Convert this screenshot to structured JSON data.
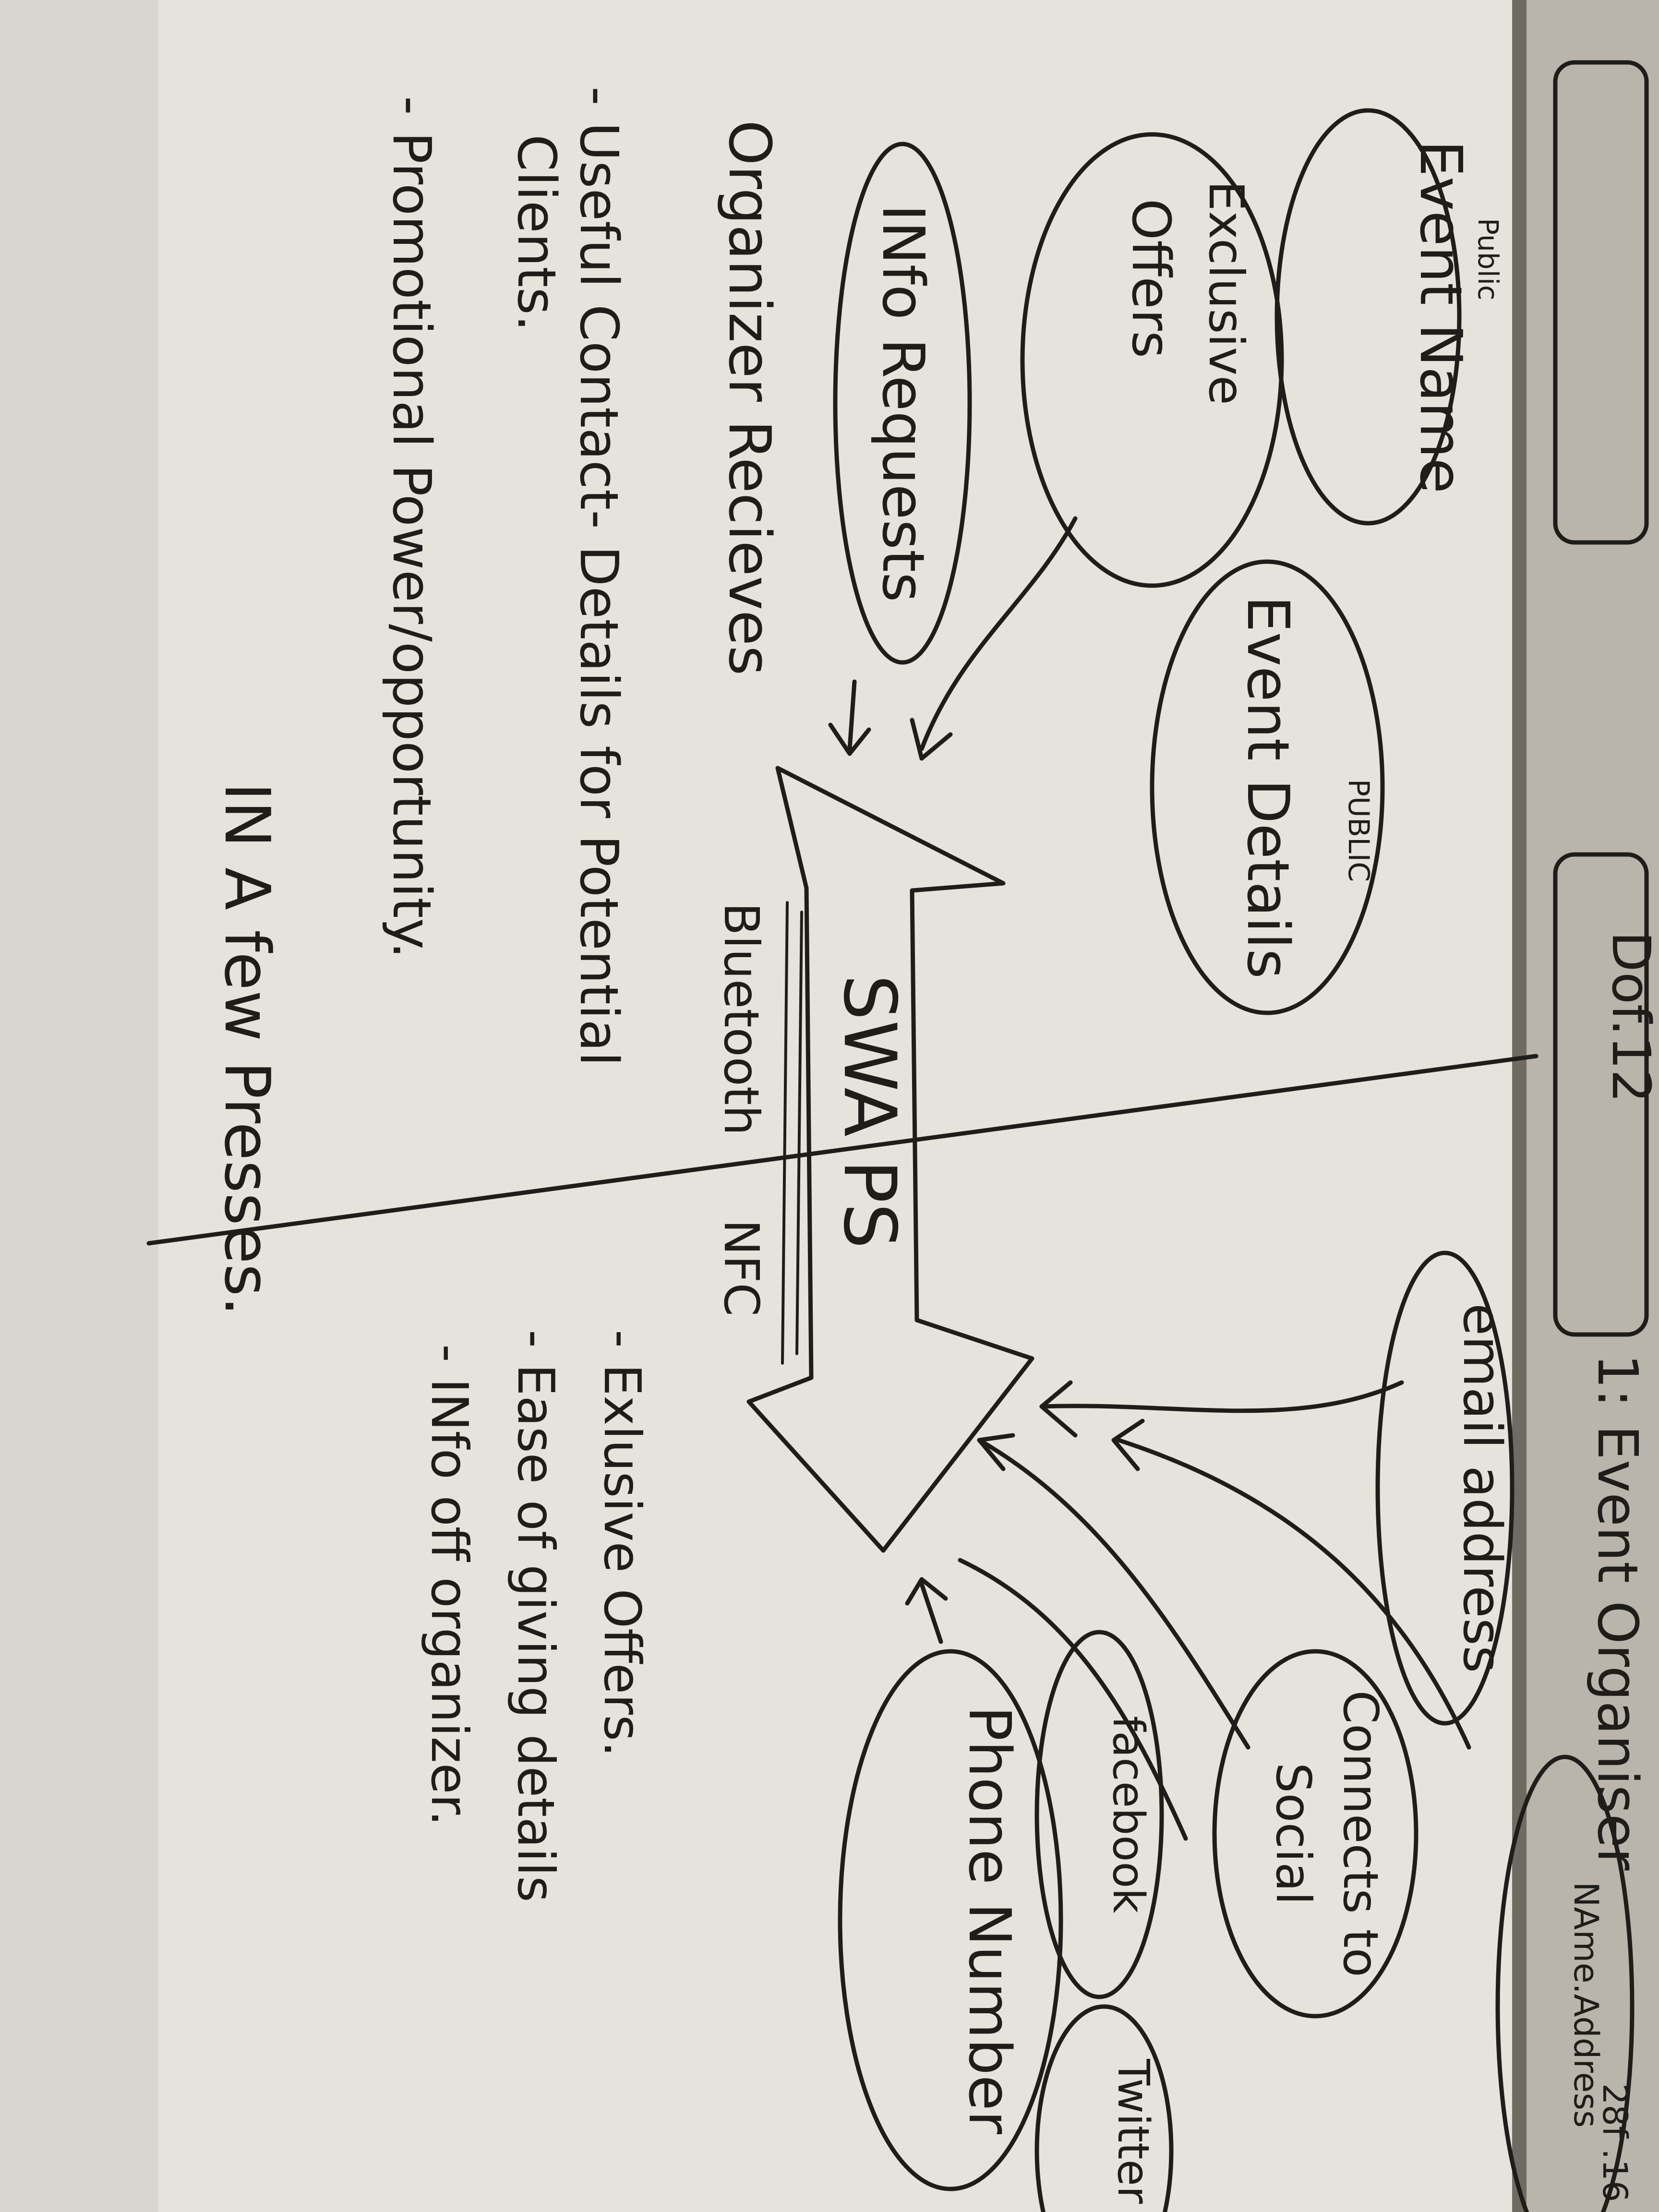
{
  "notebook": {
    "left_page": {
      "organizer_block": {
        "nodes": {
          "public_event_name": {
            "qualifier": "Public",
            "label": "Event Name"
          },
          "exclusive_offers": {
            "line1": "Exclusive",
            "line2": "Offers"
          },
          "info_requests": {
            "label": "INfo Requests"
          },
          "public_event_details": {
            "qualifier": "PUBLIC",
            "label": "Event Details"
          }
        },
        "heading": "Organizer Recieves",
        "notes": [
          {
            "line1": "- Useful Contact- Details for Potential",
            "line2": "Clients."
          },
          {
            "line1": "- Promotional Power/opportunity."
          }
        ]
      },
      "center": {
        "arrow_label": "SWA PS",
        "tech_bluetooth": "Bluetooth",
        "tech_nfc": "NFC"
      },
      "footer": "IN A few Presses.",
      "attendee_block": {
        "nodes": {
          "email_address": {
            "label": "email address"
          },
          "connects_to_social": {
            "line1": "Connects to",
            "line2": "Social"
          },
          "facebook": {
            "label": "facebook"
          },
          "twitter": {
            "label": "Twitter"
          },
          "phone_number": {
            "label": "Phone Number"
          }
        },
        "notes": [
          "- Exlusive Offers.",
          "- Ease of giving details",
          "- INfo off organizer."
        ]
      }
    },
    "right_page": {
      "sketch_label": "Dof.12",
      "title": "1: Event Organiser",
      "tally": "28f .16",
      "partial_node": "NAme.Address"
    }
  }
}
